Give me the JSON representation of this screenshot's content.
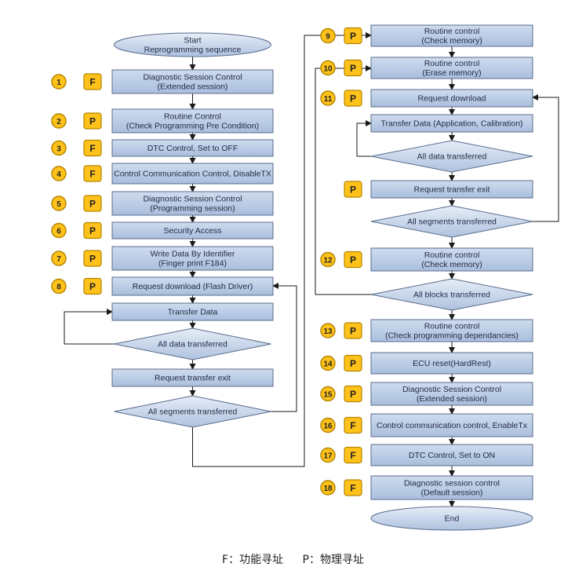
{
  "legend": {
    "functional": "F：功能寻址",
    "physical": "P：物理寻址"
  },
  "colors": {
    "box_top": "#cfdcee",
    "box_bottom": "#a9bedd",
    "box_stroke": "#5a6b8c",
    "badge_fill": "#ffc21a",
    "badge_stroke": "#b58500",
    "line": "#1a1a1a"
  },
  "start": {
    "line1": "Start",
    "line2": "Reprogramming sequence"
  },
  "end": {
    "label": "End"
  },
  "steps": [
    {
      "num": "1",
      "type": "F",
      "lines": [
        "Diagnostic Session Control",
        "(Extended session)"
      ]
    },
    {
      "num": "2",
      "type": "P",
      "lines": [
        "Routine Control",
        "(Check Programming Pre Condition)"
      ]
    },
    {
      "num": "3",
      "type": "F",
      "lines": [
        "DTC Control, Set to OFF"
      ]
    },
    {
      "num": "4",
      "type": "F",
      "lines": [
        "Control Communication Control, DisableTX"
      ]
    },
    {
      "num": "5",
      "type": "P",
      "lines": [
        "Diagnostic Session Control",
        "(Programming session)"
      ]
    },
    {
      "num": "6",
      "type": "P",
      "lines": [
        "Security Access"
      ]
    },
    {
      "num": "7",
      "type": "P",
      "lines": [
        "Write Data By Identifier",
        "(Finger print  F184)"
      ]
    },
    {
      "num": "8",
      "type": "P",
      "lines": [
        "Request download (Flash Driver)"
      ]
    },
    {
      "num": "",
      "type": "",
      "lines": [
        "Transfer Data"
      ]
    },
    {
      "num": "",
      "type": "",
      "lines": [
        "Request transfer exit"
      ]
    },
    {
      "num": "9",
      "type": "P",
      "lines": [
        "Routine control",
        "(Check memory)"
      ]
    },
    {
      "num": "10",
      "type": "P",
      "lines": [
        "Routine control",
        "(Erase memory)"
      ]
    },
    {
      "num": "11",
      "type": "P",
      "lines": [
        "Request download"
      ]
    },
    {
      "num": "",
      "type": "",
      "lines": [
        "Transfer Data (Application, Calibration)"
      ]
    },
    {
      "num": "",
      "type": "P",
      "lines": [
        "Request transfer exit"
      ]
    },
    {
      "num": "12",
      "type": "P",
      "lines": [
        "Routine control",
        "(Check memory)"
      ]
    },
    {
      "num": "13",
      "type": "P",
      "lines": [
        "Routine control",
        "(Check programming dependancies)"
      ]
    },
    {
      "num": "14",
      "type": "P",
      "lines": [
        "ECU reset(HardRest)"
      ]
    },
    {
      "num": "15",
      "type": "P",
      "lines": [
        "Diagnostic Session Control",
        "(Extended session)"
      ]
    },
    {
      "num": "16",
      "type": "F",
      "lines": [
        "Control communication control, EnableTx"
      ]
    },
    {
      "num": "17",
      "type": "F",
      "lines": [
        "DTC Control, Set to ON"
      ]
    },
    {
      "num": "18",
      "type": "F",
      "lines": [
        "Diagnostic session control",
        "(Default session)"
      ]
    }
  ],
  "decisions": [
    {
      "label": "All data transferred"
    },
    {
      "label": "All segments transferred"
    },
    {
      "label": "All data transferred"
    },
    {
      "label": "All segments transferred"
    },
    {
      "label": "All blocks transferred"
    }
  ]
}
